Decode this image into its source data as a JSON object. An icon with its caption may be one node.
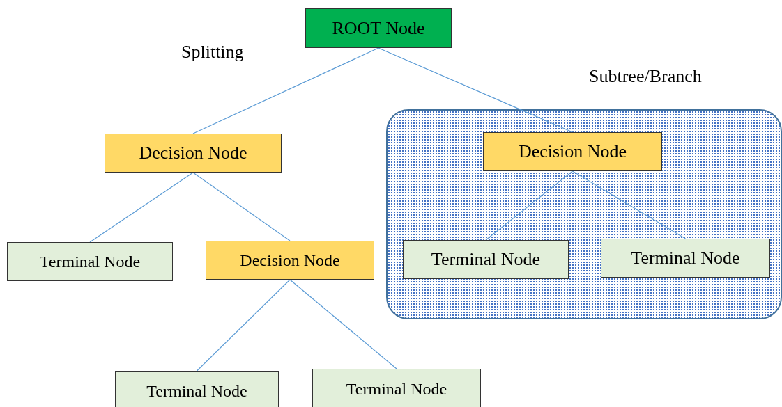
{
  "diagram": {
    "nodes": [
      {
        "text": [
          "ROOT Node"
        ]
      },
      {
        "text": [
          "Decision Node"
        ]
      },
      {
        "text": [
          "Subtree/Branch"
        ]
      },
      {
        "text": [
          "Decision Node"
        ],
        "in": 2
      },
      {
        "text": [
          "Terminal Node"
        ]
      },
      {
        "text": [
          "Decision Node"
        ]
      },
      {
        "text": [
          "Terminal Node"
        ],
        "in": 2
      },
      {
        "text": [
          "Terminal Node"
        ],
        "in": 2
      },
      {
        "text": [
          "Terminal Node"
        ]
      },
      {
        "text": [
          "Terminal Node"
        ]
      }
    ],
    "edges": [
      {
        "from": 0,
        "to": 1,
        "arrow": "none"
      },
      {
        "from": 0,
        "to": 3,
        "arrow": "none"
      },
      {
        "from": 1,
        "to": 4,
        "arrow": "none"
      },
      {
        "from": 1,
        "to": 5,
        "arrow": "none"
      },
      {
        "from": 3,
        "to": 6,
        "arrow": "none"
      },
      {
        "from": 3,
        "to": 7,
        "arrow": "none"
      },
      {
        "from": 5,
        "to": 8,
        "arrow": "none"
      },
      {
        "from": 5,
        "to": 9,
        "arrow": "none"
      }
    ],
    "labels": [
      "Splitting"
    ]
  }
}
